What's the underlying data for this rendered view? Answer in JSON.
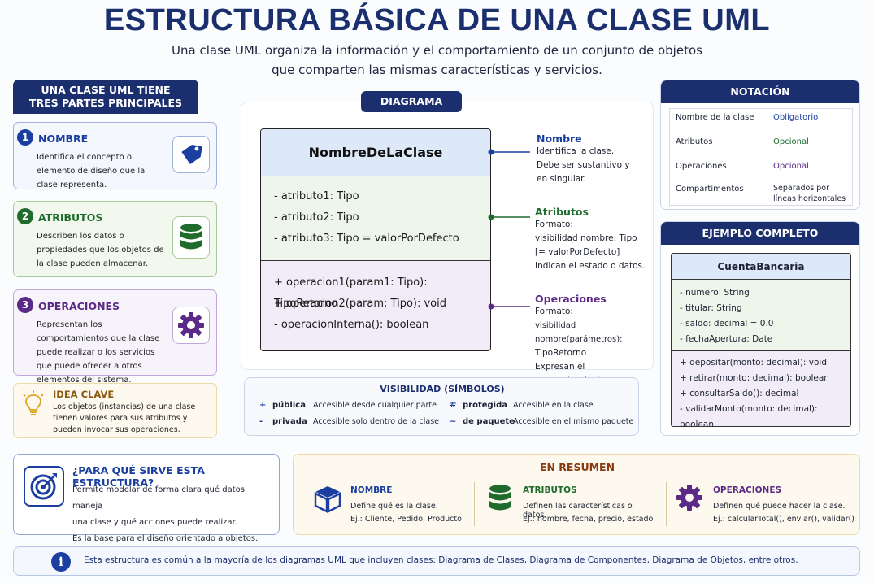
{
  "header": {
    "title": "ESTRUCTURA BÁSICA DE UNA CLASE UML",
    "subtitle_line1": "Una clase UML organiza la información y el comportamiento de un conjunto de objetos",
    "subtitle_line2": "que comparten las mismas características y servicios."
  },
  "parts": {
    "heading_line1": "UNA CLASE UML TIENE",
    "heading_line2": "TRES PARTES PRINCIPALES",
    "items": [
      {
        "num": "1",
        "title": "NOMBRE",
        "desc": "Identifica el concepto o elemento de diseño que la clase representa.",
        "icon": "tag-icon",
        "color": "#1b3fa0",
        "bg": "#f4f7fd"
      },
      {
        "num": "2",
        "title": "ATRIBUTOS",
        "desc": "Describen los datos o propiedades que los objetos de la clase pueden almacenar.",
        "icon": "database-icon",
        "color": "#1f6b2c",
        "bg": "#f3f8ef"
      },
      {
        "num": "3",
        "title": "OPERACIONES",
        "desc": "Representan los comportamientos que la clase puede realizar o los servicios que puede ofrecer a otros elementos del sistema.",
        "icon": "gear-icon",
        "color": "#5b2a86",
        "bg": "#f7f3fb"
      }
    ]
  },
  "idea": {
    "title": "IDEA CLAVE",
    "text": "Los objetos (instancias) de una clase tienen valores para sus atributos y pueden invocar sus operaciones."
  },
  "diagram": {
    "label": "DIAGRAMA",
    "class_name": "NombreDeLaClase",
    "attributes": [
      "- atributo1: Tipo",
      "- atributo2: Tipo",
      "- atributo3: Tipo = valorPorDefecto"
    ],
    "operations": [
      "+ operacion1(param1: Tipo): TipoRetorno",
      "+ operacion2(param: Tipo): void",
      "- operacionInterna(): boolean"
    ],
    "annotations": [
      {
        "title": "Nombre",
        "lines": [
          "Identifica la clase.",
          "Debe ser sustantivo y",
          "en singular."
        ],
        "color": "#1b3fa0"
      },
      {
        "title": "Atributos",
        "lines": [
          "Formato:",
          "visibilidad nombre: Tipo",
          "[= valorPorDefecto]",
          "Indican el estado o datos."
        ],
        "color": "#1f6b2c"
      },
      {
        "title": "Operaciones",
        "lines": [
          "Formato:",
          "visibilidad nombre(parámetros):",
          "TipoRetorno",
          "Expresan el comportamiento."
        ],
        "color": "#5b2a86"
      }
    ]
  },
  "visibility": {
    "title": "VISIBILIDAD (SÍMBOLOS)",
    "items": [
      {
        "symbol": "+",
        "name": "pública",
        "desc": "Accesible desde cualquier parte"
      },
      {
        "symbol": "-",
        "name": "privada",
        "desc": "Accesible solo dentro de la clase"
      },
      {
        "symbol": "#",
        "name": "protegida",
        "desc": "Accesible en la clase"
      },
      {
        "symbol": "~",
        "name": "de paquete",
        "desc": "Accesible en el mismo paquete"
      }
    ]
  },
  "notation": {
    "title": "NOTACIÓN",
    "rows": [
      {
        "label": "Nombre de la clase",
        "value": "Obligatorio",
        "color": "#1b3fa0"
      },
      {
        "label": "Atributos",
        "value": "Opcional",
        "color": "#1f6b2c"
      },
      {
        "label": "Operaciones",
        "value": "Opcional",
        "color": "#5b2a86"
      },
      {
        "label": "Compartimentos",
        "value": "Separados por líneas horizontales",
        "color": "#222222"
      }
    ]
  },
  "example": {
    "title": "EJEMPLO COMPLETO",
    "class_name": "CuentaBancaria",
    "attributes": [
      "- numero: String",
      "- titular: String",
      "- saldo: decimal = 0.0",
      "- fechaApertura: Date"
    ],
    "operations": [
      "+ depositar(monto: decimal): void",
      "+ retirar(monto: decimal): boolean",
      "+ consultarSaldo(): decimal",
      "- validarMonto(monto: decimal): boolean"
    ]
  },
  "purpose": {
    "title": "¿PARA QUÉ SIRVE ESTA ESTRUCTURA?",
    "line1": "Permite modelar de forma clara qué datos maneja",
    "line2": "una clase y qué acciones puede realizar.",
    "line3": "Es la base para el diseño orientado a objetos."
  },
  "summary": {
    "title": "EN RESUMEN",
    "items": [
      {
        "title": "NOMBRE",
        "line1": "Define qué es la clase.",
        "line2": "Ej.: Cliente, Pedido, Producto",
        "icon": "cube-icon",
        "color": "#1b3fa0"
      },
      {
        "title": "ATRIBUTOS",
        "line1": "Definen las características o datos.",
        "line2": "Ej.: nombre, fecha, precio, estado",
        "icon": "database-icon",
        "color": "#1f6b2c"
      },
      {
        "title": "OPERACIONES",
        "line1": "Definen qué puede hacer la clase.",
        "line2": "Ej.: calcularTotal(), enviar(), validar()",
        "icon": "gear-icon",
        "color": "#5b2a86"
      }
    ]
  },
  "footer": {
    "text": "Esta estructura es común a la mayoría de los diagramas UML que incluyen clases: Diagrama de Clases, Diagrama de Componentes, Diagrama de Objetos, entre otros."
  },
  "colors": {
    "navy": "#1b2f6e",
    "blue": "#1b3fa0",
    "green": "#1f6b2c",
    "purple": "#5b2a86",
    "gold": "#e1a21f"
  }
}
